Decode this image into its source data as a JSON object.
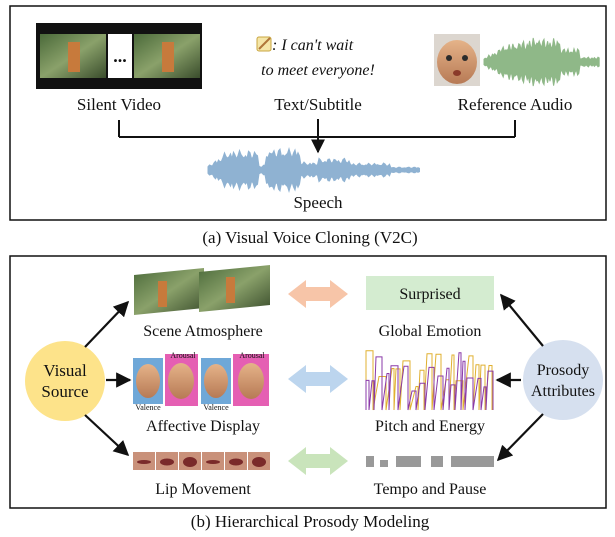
{
  "panel_a": {
    "caption": "(a) Visual Voice Cloning (V2C)",
    "silent_video_label": "Silent Video",
    "video_ellipsis": "...",
    "subtitle_line1": ": I can't wait",
    "subtitle_line2": "to meet everyone!",
    "subtitle_label": "Text/Subtitle",
    "reference_audio_label": "Reference Audio",
    "speech_label": "Speech"
  },
  "panel_b": {
    "caption": "(b) Hierarchical Prosody Modeling",
    "visual_source_line1": "Visual",
    "visual_source_line2": "Source",
    "prosody_line1": "Prosody",
    "prosody_line2": "Attributes",
    "scene_atmosphere": "Scene Atmosphere",
    "affective_display": "Affective Display",
    "lip_movement": "Lip Movement",
    "global_emotion": "Global Emotion",
    "pitch_energy": "Pitch and Energy",
    "tempo_pause": "Tempo and Pause",
    "emotion_box": "Surprised",
    "arousal_label": "Arousal",
    "valence_label": "Valence"
  },
  "colors": {
    "waveform": "#8fb2d2",
    "ref_waveform": "#8fb888",
    "visual_source_fill": "#fde38a",
    "prosody_fill": "#d6e0ef",
    "emotion_fill": "#d4ecd0",
    "arrow_orange": "#f7c5a8",
    "arrow_blue": "#bcd5ee",
    "arrow_green": "#c9e4bb"
  }
}
